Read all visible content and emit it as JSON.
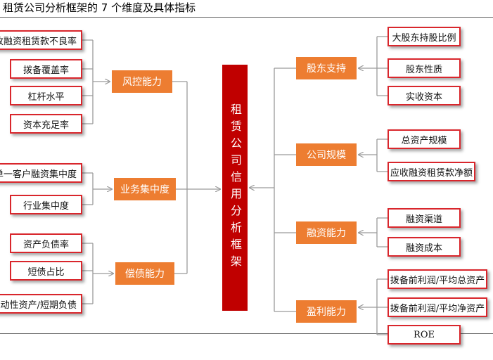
{
  "title": "租赁公司分析框架的 7 个维度及具体指标",
  "center": "租赁公司信用分析框架",
  "left": [
    {
      "name": "风控能力",
      "items": [
        "应收融资租赁款不良率",
        "拨备覆盖率",
        "杠杆水平",
        "资本充足率"
      ]
    },
    {
      "name": "业务集中度",
      "items": [
        "单一客户融资集中度",
        "行业集中度"
      ]
    },
    {
      "name": "偿债能力",
      "items": [
        "资产负债率",
        "短债占比",
        "流动性资产/短期负债"
      ]
    }
  ],
  "right": [
    {
      "name": "股东支持",
      "items": [
        "大股东持股比例",
        "股东性质",
        "实收资本"
      ]
    },
    {
      "name": "公司规模",
      "items": [
        "总资产规模",
        "应收融资租赁款净额"
      ]
    },
    {
      "name": "融资能力",
      "items": [
        "融资渠道",
        "融资成本"
      ]
    },
    {
      "name": "盈利能力",
      "items": [
        "拨备前利润/平均总资产",
        "拨备前利润/平均净资产",
        "ROE"
      ]
    }
  ]
}
